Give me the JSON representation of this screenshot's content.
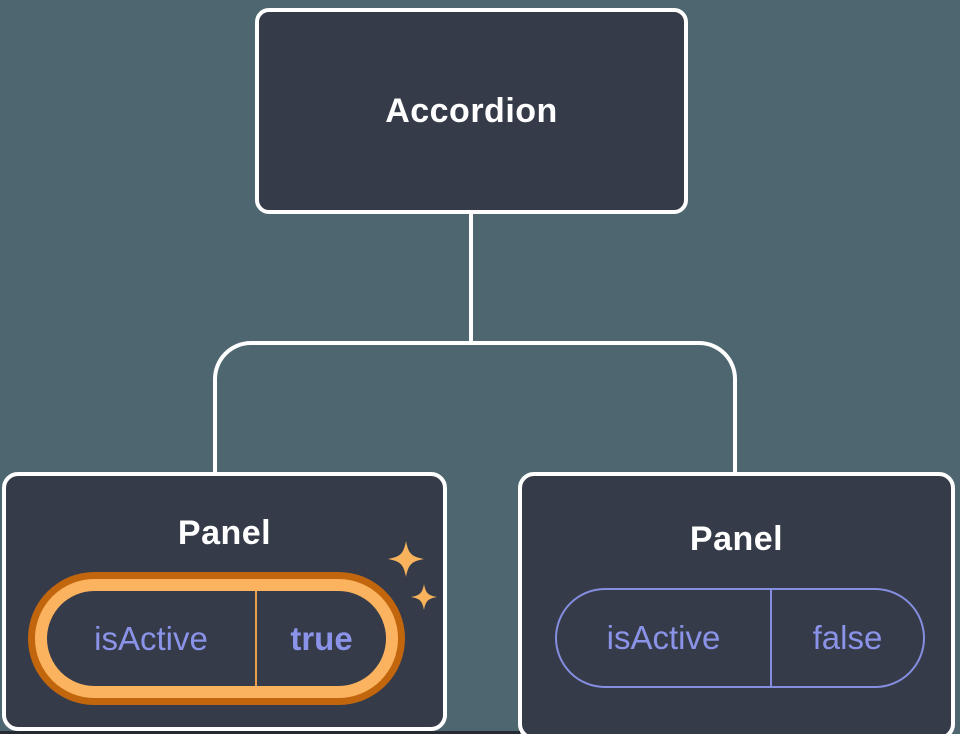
{
  "colors": {
    "bg": "#4d6670",
    "node_fill": "#353b48",
    "line": "#ffffff",
    "text_light": "#ffffff",
    "purple_text": "#8a93e8",
    "purple_border": "#858ee0",
    "glow_outer": "#c2660e",
    "glow_inner": "#fbb35f",
    "glow_divider": "#eb9f4b",
    "sparkle": "#f8b35c",
    "bottom_edge": "#262b33"
  },
  "tree": {
    "root": {
      "label": "Accordion"
    },
    "children": [
      {
        "label": "Panel",
        "prop": {
          "name": "isActive",
          "value": "true"
        },
        "highlighted": true
      },
      {
        "label": "Panel",
        "prop": {
          "name": "isActive",
          "value": "false"
        },
        "highlighted": false
      }
    ]
  }
}
